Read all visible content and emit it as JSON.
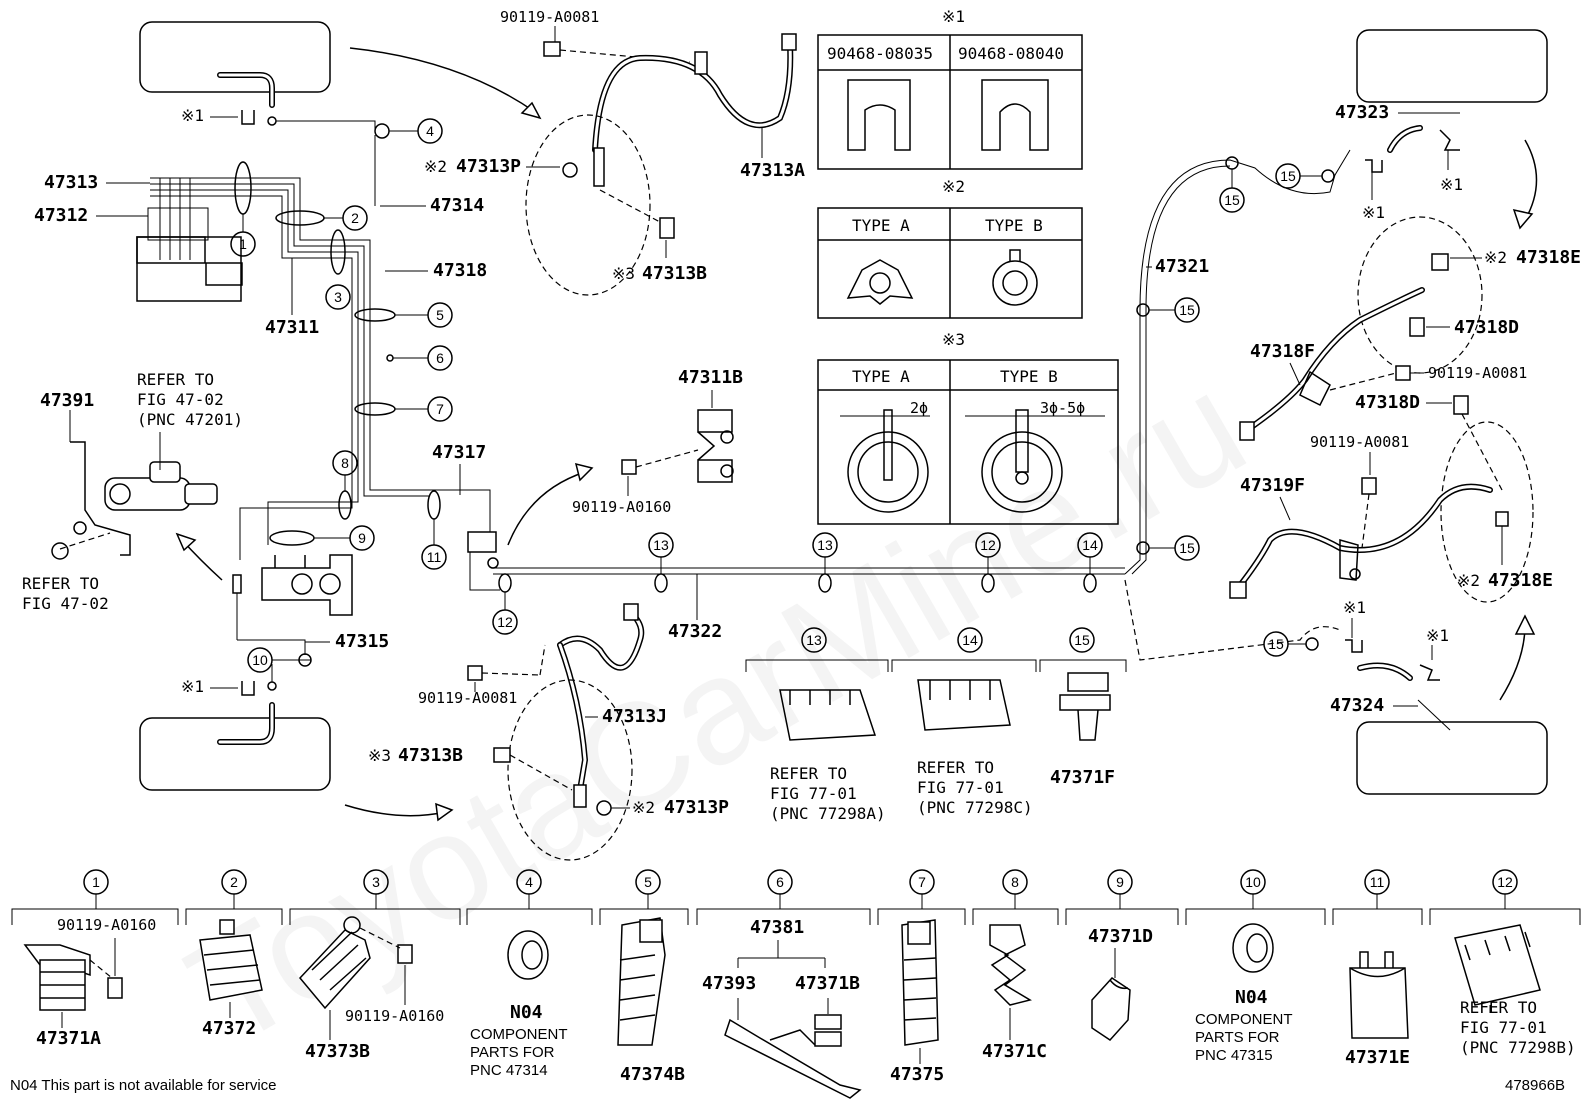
{
  "watermark": "ToyotaCarMine.ru",
  "diagram_id": "478966B",
  "footer_note": "N04 This part is not available for service",
  "notes": {
    "n1": "※1",
    "n2": "※2",
    "n3": "※3"
  },
  "legend_clips": {
    "n1_parts": [
      "90468-08035",
      "90468-08040"
    ],
    "n2_types": [
      "TYPE A",
      "TYPE B"
    ],
    "n3_types": [
      "TYPE A",
      "TYPE B"
    ],
    "n3_dims": [
      "2ϕ",
      "3ϕ-5ϕ"
    ]
  },
  "callouts": {
    "c1": "1",
    "c2": "2",
    "c3": "3",
    "c4": "4",
    "c5": "5",
    "c6": "6",
    "c7": "7",
    "c8": "8",
    "c9": "9",
    "c10": "10",
    "c11": "11",
    "c12": "12",
    "c13": "13",
    "c14": "14",
    "c15": "15"
  },
  "labels": {
    "p47313": "47313",
    "p47312": "47312",
    "p47311": "47311",
    "p47314": "47314",
    "p47318": "47318",
    "p47391": "47391",
    "p47317": "47317",
    "p47315": "47315",
    "p47322": "47322",
    "p47321": "47321",
    "p47323": "47323",
    "p47324": "47324",
    "p47313A": "47313A",
    "p47313P_top": "47313P",
    "p47313B_top": "47313B",
    "p47311B": "47311B",
    "p47313J": "47313J",
    "p47313B_bot": "47313B",
    "p47313P_bot": "47313P",
    "p47318E_top": "47318E",
    "p47318D_1": "47318D",
    "p47318F": "47318F",
    "p47318D_2": "47318D",
    "p47319F": "47319F",
    "p47318E_bot": "47318E",
    "p47371F": "47371F",
    "bolt_top": "90119-A0081",
    "bolt_0160": "90119-A0160",
    "bolt_left": "90119-A0081",
    "bolt_r1": "90119-A0081",
    "bolt_r2": "90119-A0081",
    "ref_fig47_1": "REFER TO",
    "ref_fig47_2": "FIG 47-02",
    "ref_fig47_3": "(PNC 47201)",
    "ref_left_1": "REFER TO",
    "ref_left_2": "FIG 47-02",
    "ref13_1": "REFER TO",
    "ref13_2": "FIG 77-01",
    "ref13_3": "(PNC 77298A)",
    "ref14_1": "REFER TO",
    "ref14_2": "FIG 77-01",
    "ref14_3": "(PNC 77298C)"
  },
  "bottom_row": [
    {
      "num": "1",
      "parts": [
        "90119-A0160",
        "47371A"
      ]
    },
    {
      "num": "2",
      "parts": [
        "47372"
      ]
    },
    {
      "num": "3",
      "parts": [
        "47373B",
        "90119-A0160"
      ]
    },
    {
      "num": "4",
      "parts": [
        "N04",
        "COMPONENT",
        "PARTS FOR",
        "PNC 47314"
      ]
    },
    {
      "num": "5",
      "parts": [
        "47374B"
      ]
    },
    {
      "num": "6",
      "parts": [
        "47381",
        "47393",
        "47371B"
      ]
    },
    {
      "num": "7",
      "parts": [
        "47375"
      ]
    },
    {
      "num": "8",
      "parts": [
        "47371C"
      ]
    },
    {
      "num": "9",
      "parts": [
        "47371D"
      ]
    },
    {
      "num": "10",
      "parts": [
        "N04",
        "COMPONENT",
        "PARTS FOR",
        "PNC 47315"
      ]
    },
    {
      "num": "11",
      "parts": [
        "47371E"
      ]
    },
    {
      "num": "12",
      "parts": [
        "REFER TO",
        "FIG 77-01",
        "(PNC 77298B)"
      ]
    }
  ]
}
